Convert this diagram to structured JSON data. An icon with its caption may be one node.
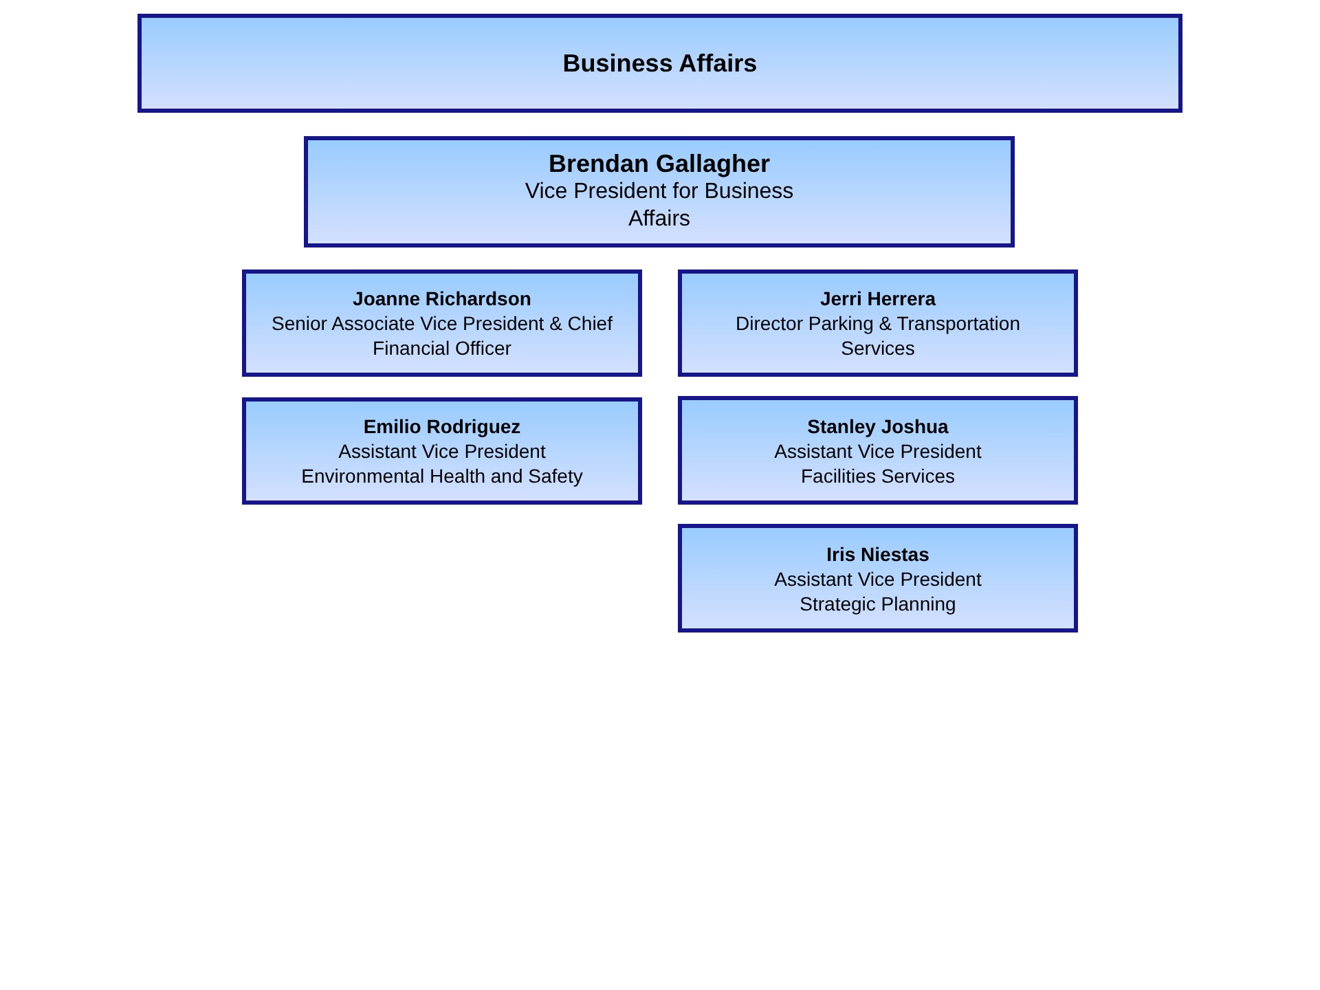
{
  "diagram": {
    "nodes": [
      {
        "text": [
          "Business Affairs"
        ]
      },
      {
        "text": [
          "Brendan Gallagher",
          "Vice President for Business Affairs"
        ]
      },
      {
        "text": [
          "Joanne Richardson",
          "Senior Associate Vice President & Chief Financial Officer"
        ]
      },
      {
        "text": [
          "Jerri Herrera",
          "Director Parking & Transportation Services"
        ]
      },
      {
        "text": [
          "Emilio Rodriguez",
          "Assistant Vice President Environmental Health and Safety"
        ]
      },
      {
        "text": [
          "Stanley Joshua",
          "Assistant Vice President Facilities Services"
        ]
      },
      {
        "text": [
          "Iris Niestas",
          "Assistant Vice President Strategic Planning"
        ]
      }
    ]
  }
}
